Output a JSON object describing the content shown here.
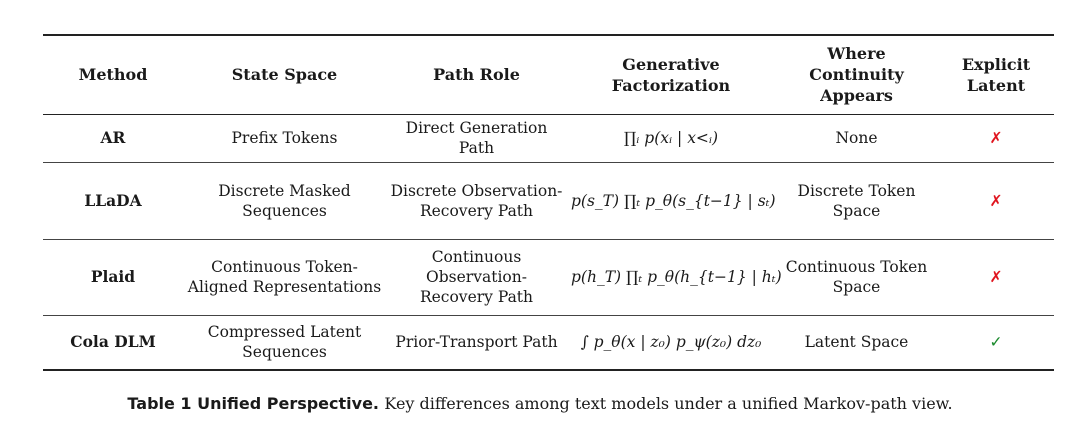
{
  "table": {
    "headers": [
      "Method",
      "State Space",
      "Path Role",
      "Generative Factorization",
      "Where Continuity Appears",
      "Explicit Latent"
    ],
    "rows": [
      {
        "method": "AR",
        "state_space": "Prefix Tokens",
        "path_role": "Direct Generation Path",
        "factorization": "∏ᵢ p(xᵢ | x<ᵢ)",
        "continuity": "None",
        "explicit_latent": "✗"
      },
      {
        "method": "LLaDA",
        "state_space": "Discrete Masked Sequences",
        "path_role": "Discrete Observation-Recovery Path",
        "factorization": "p(s_T) ∏ₜ p_θ(s_{t−1} | sₜ)",
        "continuity": "Discrete Token Space",
        "explicit_latent": "✗"
      },
      {
        "method": "Plaid",
        "state_space": "Continuous Token-Aligned Representations",
        "path_role": "Continuous Observation-Recovery Path",
        "factorization": "p(h_T) ∏ₜ p_θ(h_{t−1} | hₜ)",
        "continuity": "Continuous Token Space",
        "explicit_latent": "✗"
      },
      {
        "method": "Cola DLM",
        "state_space": "Compressed Latent Sequences",
        "path_role": "Prior-Transport Path",
        "factorization": "∫ p_θ(x | z₀) p_ψ(z₀) dz₀",
        "continuity": "Latent Space",
        "explicit_latent": "✓"
      }
    ]
  },
  "caption": {
    "label": "Table 1  Unified Perspective.",
    "text": "Key differences among text models under a unified Markov-path view."
  },
  "colors": {
    "cross": "#e0141e",
    "check": "#1a8a2c"
  }
}
